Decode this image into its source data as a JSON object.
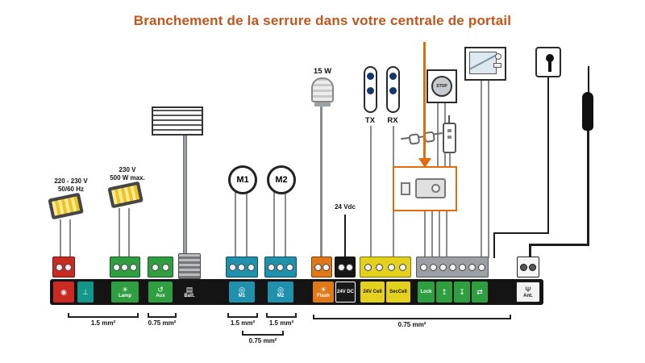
{
  "title": {
    "text": "Branchement de la serrure dans votre centrale de portail",
    "color": "#c2551c"
  },
  "highlight": {
    "color": "#e36c0a"
  },
  "devices": {
    "floodlight_left": {
      "line1": "220 - 230 V",
      "line2": "50/60 Hz"
    },
    "floodlight_right": {
      "line1": "230 V",
      "line2": "500 W max."
    },
    "motor1": "M1",
    "motor2": "M2",
    "beacon_power": "15 W",
    "accessory_supply": "24 Vdc",
    "photocell_tx": "TX",
    "photocell_rx": "RX",
    "stop_button": "STOP"
  },
  "strip": {
    "cells": [
      {
        "glyph": "◉",
        "label": "",
        "color": "#c92a21",
        "fg": "#ffffff"
      },
      {
        "glyph": "⊥",
        "label": "",
        "color": "#12958a",
        "fg": "#ffffff"
      },
      {
        "glyph": "☀",
        "label": "Lamp",
        "color": "#2f9e41",
        "fg": "#ffffff"
      },
      {
        "glyph": "↺",
        "label": "Aux",
        "color": "#2f9e41",
        "fg": "#ffffff"
      },
      {
        "glyph": "▤",
        "label": "Batt.",
        "color": "#141414",
        "fg": "#ffffff"
      },
      {
        "glyph": "◎",
        "label": "M1",
        "color": "#2091ad",
        "fg": "#ffffff"
      },
      {
        "glyph": "◎",
        "label": "M2",
        "color": "#2091ad",
        "fg": "#ffffff"
      },
      {
        "glyph": "☀",
        "label": "Flash",
        "color": "#e07818",
        "fg": "#ffffff"
      },
      {
        "glyph": "",
        "label": "24V DC",
        "color": "#1a1a1a",
        "fg": "#ffffff"
      },
      {
        "glyph": "",
        "label": "24V Cell",
        "color": "#e3d11d",
        "fg": "#111111"
      },
      {
        "glyph": "",
        "label": "SecCell",
        "color": "#e3d11d",
        "fg": "#111111"
      },
      {
        "glyph": "",
        "label": "Lock",
        "color": "#2f9e41",
        "fg": "#ffffff"
      },
      {
        "glyph": "↥",
        "label": "",
        "color": "#2f9e41",
        "fg": "#ffffff"
      },
      {
        "glyph": "↧",
        "label": "",
        "color": "#2f9e41",
        "fg": "#ffffff"
      },
      {
        "glyph": "⇄",
        "label": "",
        "color": "#2f9e41",
        "fg": "#ffffff"
      },
      {
        "glyph": "Ψ",
        "label": "Ant.",
        "color": "#f2f2f2",
        "fg": "#111111"
      }
    ]
  },
  "gauges": [
    "1.5 mm²",
    "0.75 mm²",
    "1.5 mm²",
    "1.5 mm²",
    "0.75 mm²",
    "0.75 mm²"
  ]
}
